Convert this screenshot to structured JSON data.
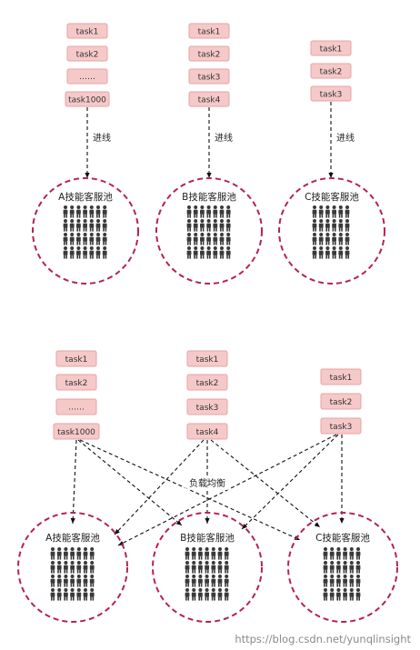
{
  "top": {
    "queue_a": [
      "task1",
      "task2",
      "……",
      "task1000"
    ],
    "queue_b": [
      "task1",
      "task2",
      "task3",
      "task4"
    ],
    "queue_c": [
      "task1",
      "task2",
      "task3"
    ],
    "route_label": "进线",
    "pools": [
      "A技能客服池",
      "B技能客服池",
      "C技能客服池"
    ]
  },
  "bottom": {
    "queue_a": [
      "task1",
      "task2",
      "……",
      "task1000"
    ],
    "queue_b": [
      "task1",
      "task2",
      "task3",
      "task4"
    ],
    "queue_c": [
      "task1",
      "task2",
      "task3"
    ],
    "balance_label": "负载均衡",
    "pools": [
      "A技能客服池",
      "B技能客服池",
      "C技能客服池"
    ]
  },
  "watermark": "https://blog.csdn.net/yunqlinsight",
  "colors": {
    "task_fill": "#f6c9c9",
    "task_border": "#e7a3a3",
    "pool_border": "#b5244b",
    "agent_icon": "#3a3a3a"
  },
  "icons": {
    "agent": "person-icon"
  }
}
